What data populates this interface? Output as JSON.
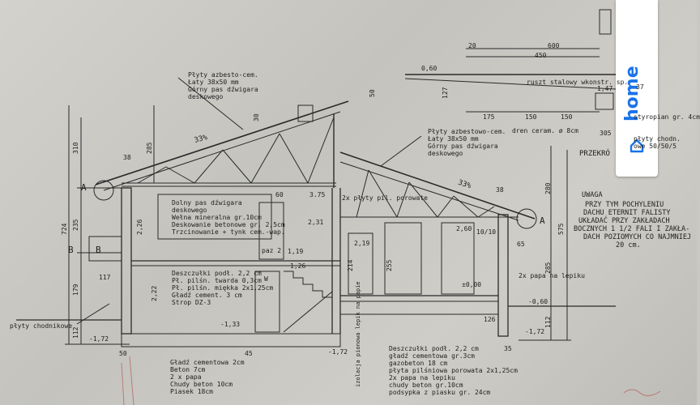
{
  "logo": {
    "word": "home",
    "icon": "house-icon",
    "color": "#1a73e8"
  },
  "labels": {
    "left_roof_1": "Płyty azbesto-cem.",
    "left_roof_2": "Łaty 38x50 mm",
    "left_roof_3": "Górny pas dźwigara",
    "left_roof_4": "deskowego",
    "right_roof_1": "Płyty azbestowo-cem.",
    "right_roof_2": "Łaty 38x50 mm",
    "right_roof_3": "Górny pas dźwigara",
    "right_roof_4": "deskowego",
    "ceiling_1": "Dolny pas dźwigara",
    "ceiling_2": "deskowego",
    "ceiling_3": "Wełna mineralna gr.10cm",
    "ceiling_4": "Deskowanie betonowe gr. 2,5cm",
    "ceiling_5": "Trzcinowanie + tynk cem.-wap.",
    "floor_1": "Deszczułki podł. 2,2 cm",
    "floor_2": "Pł. pilśn. twarda 0,3cm",
    "floor_3": "Pł. pilśn. miękka 2x1,25cm",
    "floor_4": "Gładź cement. 3 cm",
    "floor_5": "Strop DZ-3",
    "plyty_chodnikowe": "płyty chodnikowe",
    "base_1": "Gładź cementowa 2cm",
    "base_2": "Beton 7cm",
    "base_3": "2 x papa",
    "base_4": "Chudy beton 10cm",
    "base_5": "Piasek 18cm",
    "slab_1": "Deszczułki podł. 2,2 cm",
    "slab_2": "gładź cementowa gr.3cm",
    "slab_3": "gazobeton 18 cm",
    "slab_4": "płyta pilśniowa porowata 2x1,25cm",
    "slab_5": "2x papa na lepiku",
    "slab_6": "chudy beton gr.10cm",
    "slab_7": "podsypka z piasku gr. 24cm",
    "izolacja": "izolacja pionowa lepik na papie",
    "papa_lepik": "2x papa na lepiku",
    "plyty_porowate": "2x płyty pil. porowate",
    "dren": "dren ceram. ø 8cm",
    "ruszt": "ruszt stalowy wkonstr. sp.",
    "styropian": "styropian gr. 4cm",
    "plyty_chodn_r": "płyty chodn.",
    "plyty_chodn_size": "owe 50/50/5",
    "przekroj": "PRZEKRÓ",
    "paz": "paz 2",
    "w": "W"
  },
  "note": {
    "title": "UWAGA",
    "lines": [
      "PRZY TYM POCHYLENIU",
      "DACHU ETERNIT FALISTY",
      "UKŁADAĆ PRZY ZAKŁADACH",
      "BOCZNYCH 1 1/2 FALI  I  ZAKŁA-",
      "DACH POZIOMYCH CO NAJMNIEJ",
      "20 cm."
    ]
  },
  "markers": {
    "a_left": "A",
    "a_right": "A",
    "b_left": "B",
    "b_right": "B"
  },
  "slopes": {
    "left": "33%",
    "right": "33%"
  },
  "dims": {
    "d724": "724",
    "d310": "310",
    "d235": "235",
    "d179": "179",
    "d285": "285",
    "d38a": "38",
    "d38b": "38",
    "d50": "50",
    "d30": "30",
    "d60": "60",
    "d375": "3.75",
    "d231": "2,31",
    "d119": "1,19",
    "d117": "117",
    "d126": "1,26",
    "d226": "2,26",
    "d222": "2,22",
    "d214": "214",
    "d255": "255",
    "d219": "2,19",
    "d260": "2,60",
    "d1010": "10/10",
    "d65": "65",
    "d000": "±0,00",
    "d060": "-0,60",
    "d172a": "-1,72",
    "d172b": "-1,72",
    "d172c": "-1,72",
    "d133": "-1,33",
    "d50b": "50",
    "d45": "45",
    "d35": "35",
    "d126b": "126",
    "d280": "280",
    "d575": "575",
    "d285r": "285",
    "d112": "112",
    "d112r": "112",
    "d175": "175",
    "d150a": "150",
    "d150b": "150",
    "d600": "600",
    "d450": "450",
    "d305": "305",
    "d060b": "0,60",
    "d127": "127",
    "d147": "1,47",
    "d37": "37",
    "d20": "20"
  }
}
